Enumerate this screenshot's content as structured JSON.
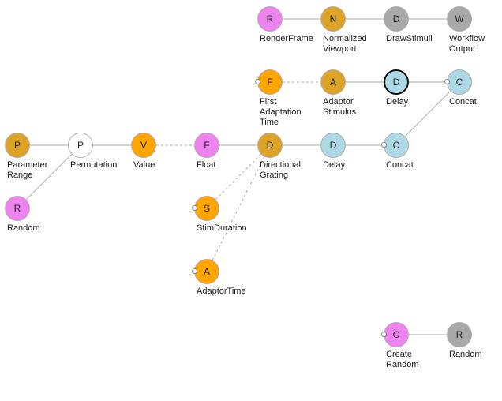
{
  "colors": {
    "source": "#dda327",
    "combinator": "#ffffff",
    "property": "#ffa500",
    "function": "#ee82ee",
    "sink": "#add8e6",
    "workflow": "#a9a9a9"
  },
  "nodes": [
    {
      "id": "renderframe",
      "letter": "R",
      "label": "RenderFrame",
      "kind": "function"
    },
    {
      "id": "normalized-viewport",
      "letter": "N",
      "label": "Normalized\nViewport",
      "kind": "source"
    },
    {
      "id": "drawstimuli",
      "letter": "D",
      "label": "DrawStimuli",
      "kind": "workflow"
    },
    {
      "id": "workflow-output",
      "letter": "W",
      "label": "Workflow\nOutput",
      "kind": "workflow"
    },
    {
      "id": "first-adaptation-time",
      "letter": "F",
      "label": "First\nAdaptation\nTime",
      "kind": "property"
    },
    {
      "id": "adaptor-stimulus",
      "letter": "A",
      "label": "Adaptor\nStimulus",
      "kind": "source"
    },
    {
      "id": "delay-top",
      "letter": "D",
      "label": "Delay",
      "kind": "sink",
      "selected": true
    },
    {
      "id": "concat-top",
      "letter": "C",
      "label": "Concat",
      "kind": "sink"
    },
    {
      "id": "parameter-range",
      "letter": "P",
      "label": "Parameter\nRange",
      "kind": "source"
    },
    {
      "id": "permutation",
      "letter": "P",
      "label": "Permutation",
      "kind": "combinator"
    },
    {
      "id": "value",
      "letter": "V",
      "label": "Value",
      "kind": "property"
    },
    {
      "id": "float",
      "letter": "F",
      "label": "Float",
      "kind": "function"
    },
    {
      "id": "directional-grating",
      "letter": "D",
      "label": "Directional\nGrating",
      "kind": "source"
    },
    {
      "id": "delay-mid",
      "letter": "D",
      "label": "Delay",
      "kind": "sink"
    },
    {
      "id": "concat-mid",
      "letter": "C",
      "label": "Concat",
      "kind": "sink"
    },
    {
      "id": "random-left",
      "letter": "R",
      "label": "Random",
      "kind": "function"
    },
    {
      "id": "stimduration",
      "letter": "S",
      "label": "StimDuration",
      "kind": "property"
    },
    {
      "id": "adaptortime",
      "letter": "A",
      "label": "AdaptorTime",
      "kind": "property"
    },
    {
      "id": "create-random",
      "letter": "C",
      "label": "Create\nRandom",
      "kind": "function"
    },
    {
      "id": "random-right",
      "letter": "R",
      "label": "Random",
      "kind": "workflow"
    }
  ],
  "edges": [
    {
      "from": "renderframe",
      "to": "normalized-viewport",
      "style": "solid"
    },
    {
      "from": "normalized-viewport",
      "to": "drawstimuli",
      "style": "solid"
    },
    {
      "from": "drawstimuli",
      "to": "workflow-output",
      "style": "solid"
    },
    {
      "from": "first-adaptation-time",
      "to": "adaptor-stimulus",
      "style": "dashed"
    },
    {
      "from": "adaptor-stimulus",
      "to": "delay-top",
      "style": "solid"
    },
    {
      "from": "delay-top",
      "to": "concat-top",
      "style": "solid"
    },
    {
      "from": "parameter-range",
      "to": "permutation",
      "style": "solid"
    },
    {
      "from": "random-left",
      "to": "permutation",
      "style": "solid"
    },
    {
      "from": "permutation",
      "to": "value",
      "style": "solid"
    },
    {
      "from": "value",
      "to": "float",
      "style": "dashed"
    },
    {
      "from": "float",
      "to": "directional-grating",
      "style": "solid"
    },
    {
      "from": "stimduration",
      "to": "directional-grating",
      "style": "dashed"
    },
    {
      "from": "adaptortime",
      "to": "directional-grating",
      "style": "dashed"
    },
    {
      "from": "directional-grating",
      "to": "delay-mid",
      "style": "solid"
    },
    {
      "from": "delay-mid",
      "to": "concat-mid",
      "style": "solid"
    },
    {
      "from": "concat-mid",
      "to": "concat-top",
      "style": "solid"
    },
    {
      "from": "create-random",
      "to": "random-right",
      "style": "solid"
    }
  ],
  "ports": [
    "first-adaptation-time",
    "concat-top",
    "concat-mid",
    "stimduration",
    "adaptortime",
    "create-random"
  ]
}
